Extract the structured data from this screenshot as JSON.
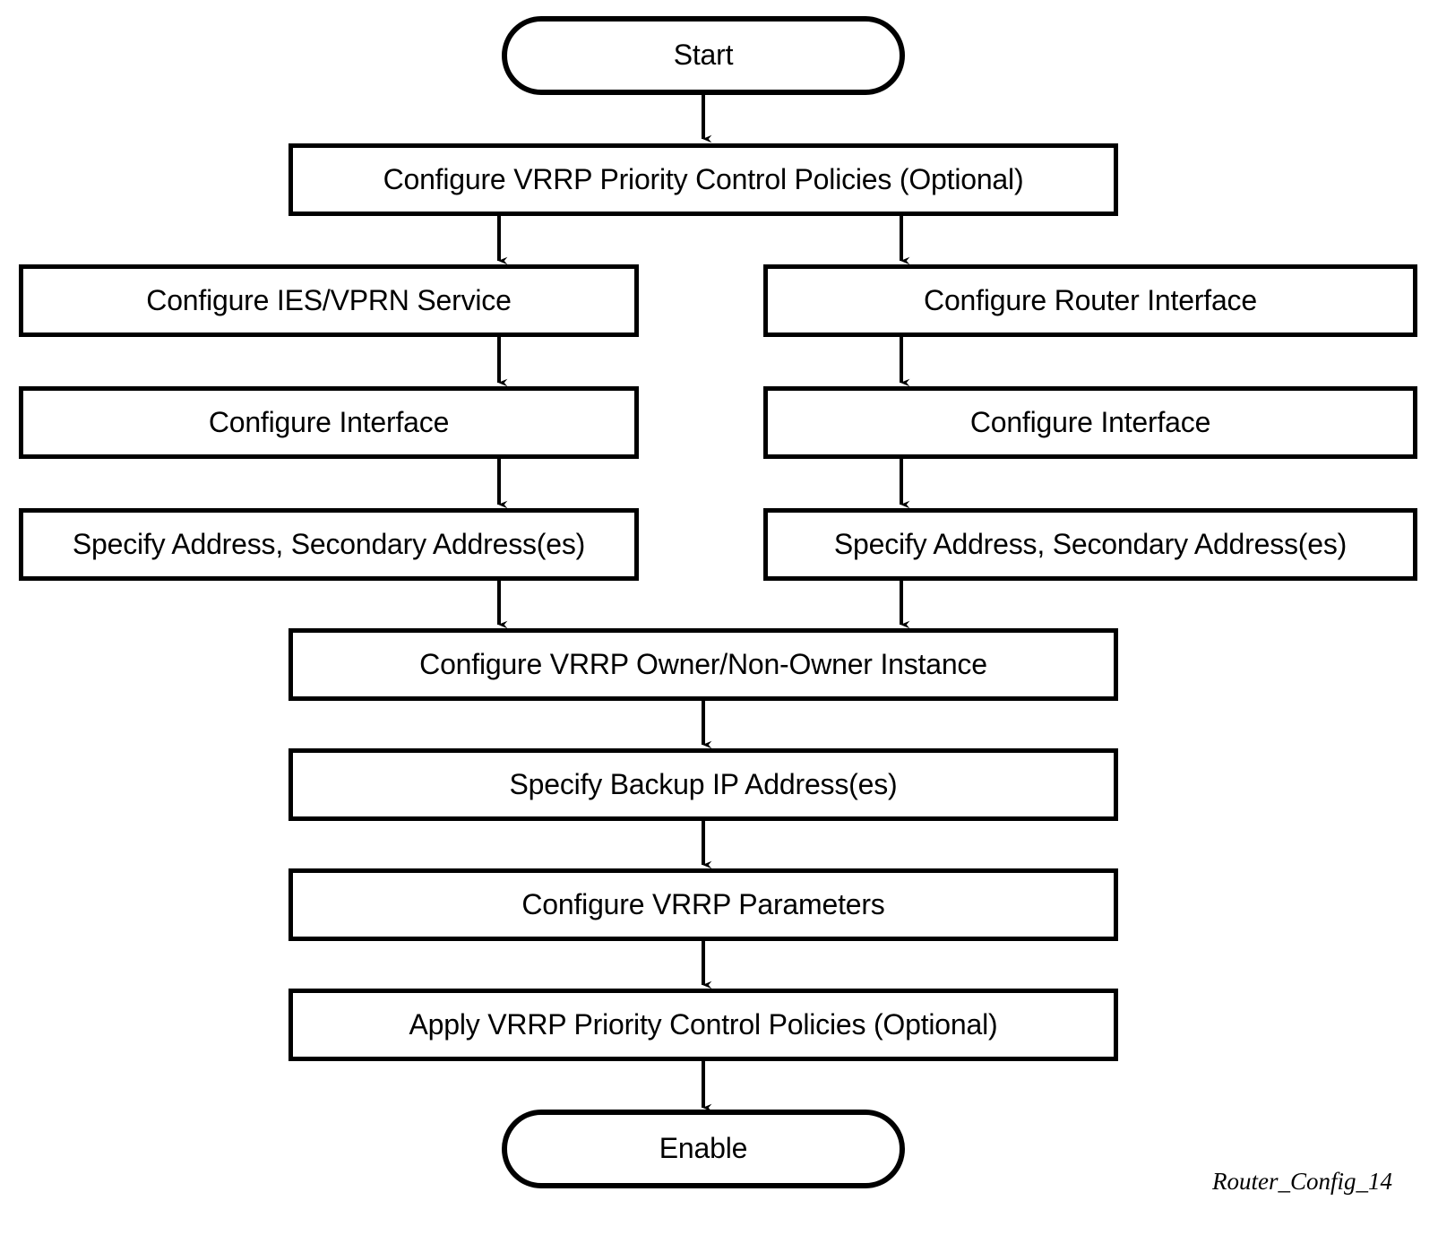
{
  "diagram": {
    "title_caption": "Router_Config_14",
    "stroke_color": "#000000",
    "fill_color": "#ffffff",
    "nodes": {
      "start": {
        "label": "Start",
        "shape": "terminator"
      },
      "priority_policies": {
        "label": "Configure VRRP Priority Control Policies (Optional)",
        "shape": "process"
      },
      "ies_vprn": {
        "label": "Configure IES/VPRN Service",
        "shape": "process"
      },
      "router_interface": {
        "label": "Configure Router Interface",
        "shape": "process"
      },
      "interface_left": {
        "label": "Configure Interface",
        "shape": "process"
      },
      "interface_right": {
        "label": "Configure Interface",
        "shape": "process"
      },
      "address_left": {
        "label": "Specify Address, Secondary Address(es)",
        "shape": "process"
      },
      "address_right": {
        "label": "Specify Address, Secondary Address(es)",
        "shape": "process"
      },
      "vrrp_instance": {
        "label": "Configure VRRP Owner/Non-Owner Instance",
        "shape": "process"
      },
      "backup_ip": {
        "label": "Specify Backup IP Address(es)",
        "shape": "process"
      },
      "vrrp_parameters": {
        "label": "Configure VRRP Parameters",
        "shape": "process"
      },
      "apply_policies": {
        "label": "Apply VRRP Priority Control Policies (Optional)",
        "shape": "process"
      },
      "enable": {
        "label": "Enable",
        "shape": "terminator"
      }
    },
    "edges": [
      {
        "from": "start",
        "to": "priority_policies"
      },
      {
        "from": "priority_policies",
        "to": "ies_vprn"
      },
      {
        "from": "priority_policies",
        "to": "router_interface"
      },
      {
        "from": "ies_vprn",
        "to": "interface_left"
      },
      {
        "from": "router_interface",
        "to": "interface_right"
      },
      {
        "from": "interface_left",
        "to": "address_left"
      },
      {
        "from": "interface_right",
        "to": "address_right"
      },
      {
        "from": "address_left",
        "to": "vrrp_instance"
      },
      {
        "from": "address_right",
        "to": "vrrp_instance"
      },
      {
        "from": "vrrp_instance",
        "to": "backup_ip"
      },
      {
        "from": "backup_ip",
        "to": "vrrp_parameters"
      },
      {
        "from": "vrrp_parameters",
        "to": "apply_policies"
      },
      {
        "from": "apply_policies",
        "to": "enable"
      }
    ]
  }
}
